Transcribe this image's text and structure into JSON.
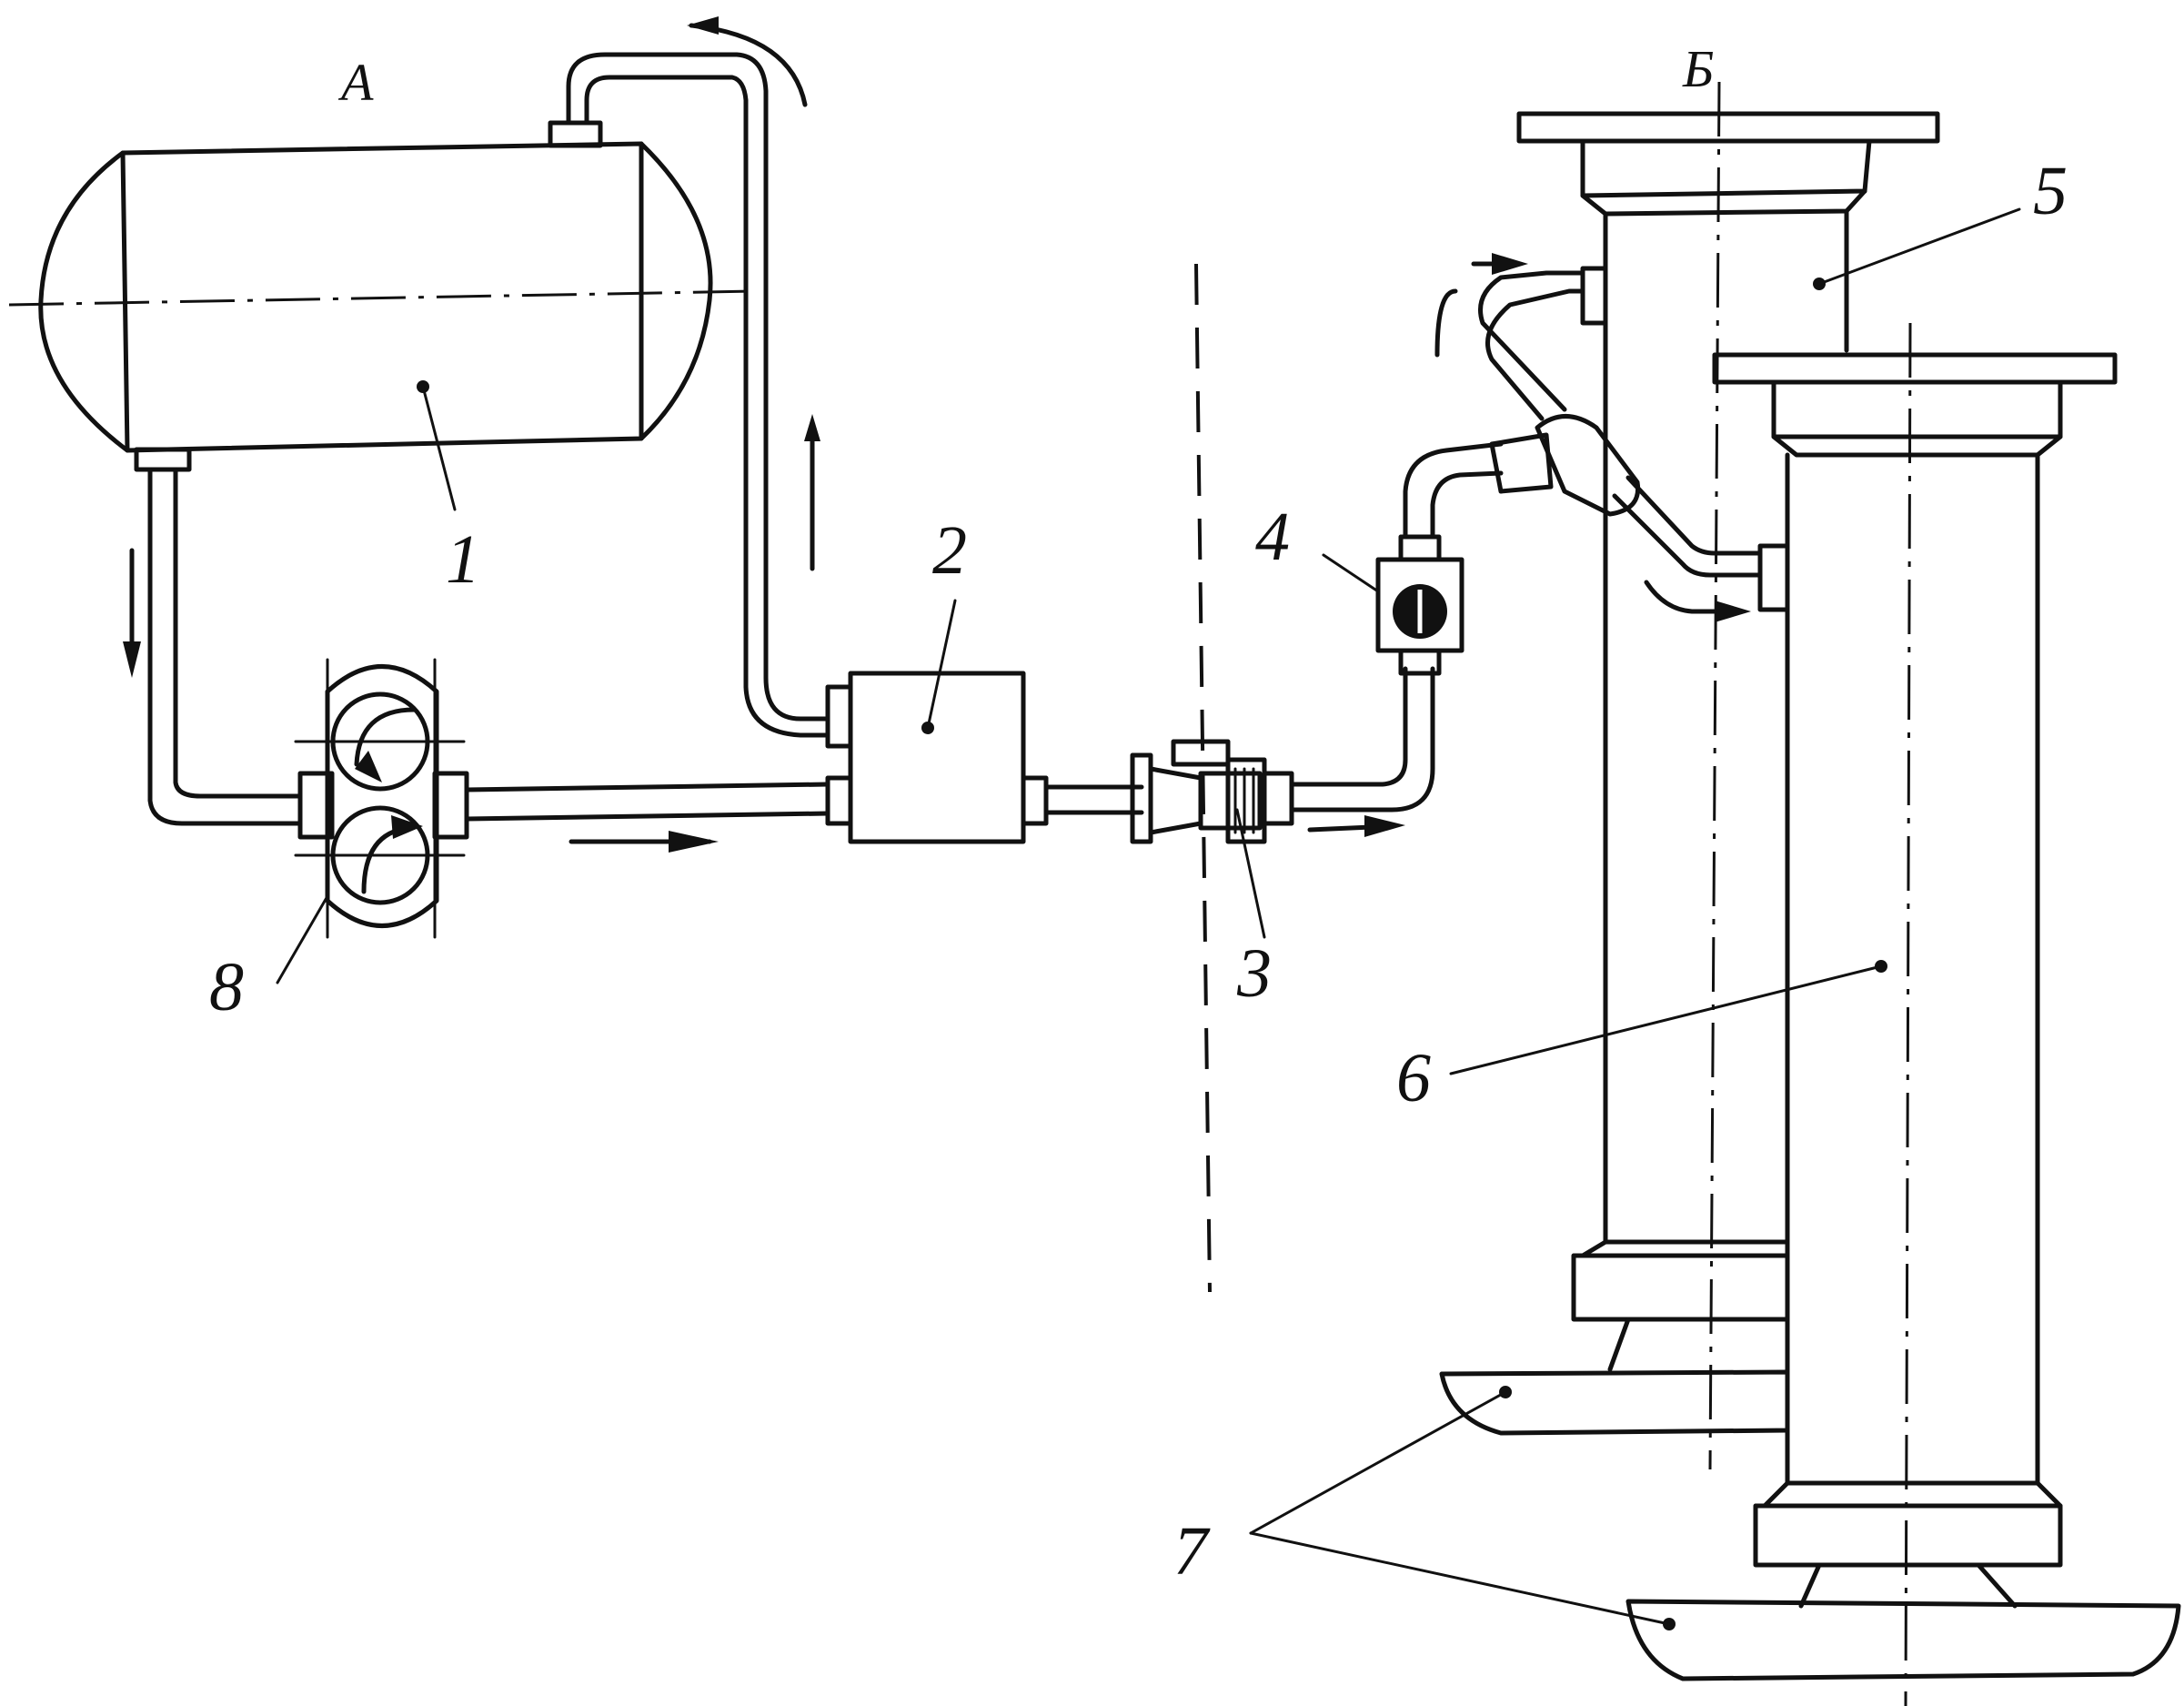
{
  "diagram": {
    "zone_labels": {
      "left": "А",
      "right": "Б"
    },
    "callouts": {
      "tank": "1",
      "filter": "2",
      "valve": "3",
      "flowmeter": "4",
      "column_back": "5",
      "column_front": "6",
      "trays": "7",
      "pump": "8"
    }
  }
}
